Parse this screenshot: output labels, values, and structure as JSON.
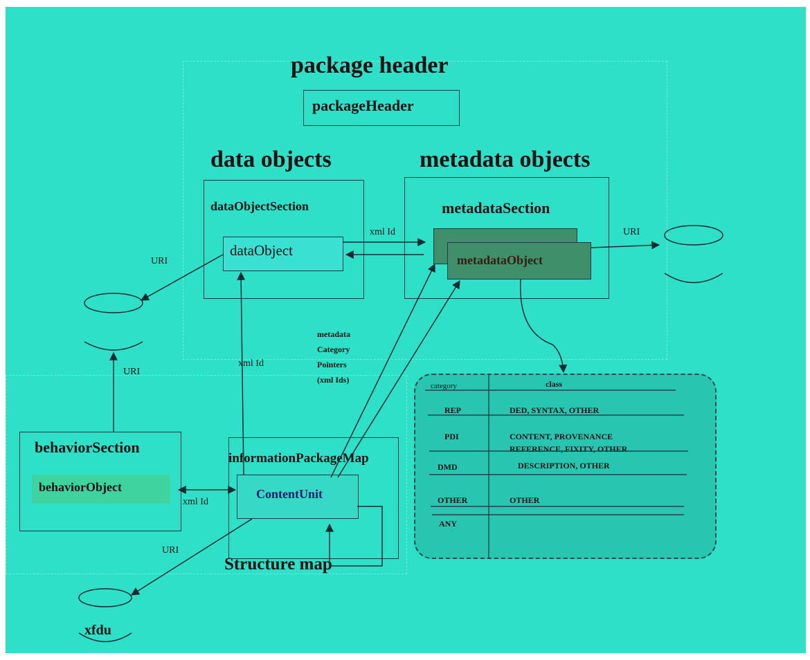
{
  "headings": {
    "package_header": "package header",
    "data_objects": "data objects",
    "metadata_objects": "metadata objects",
    "structure_map": "Structure map"
  },
  "boxes": {
    "package_header": "packageHeader",
    "data_object_section": "dataObjectSection",
    "data_object": "dataObject",
    "metadata_section": "metadataSection",
    "metadata_object": "metadataObject",
    "behavior_section": "behaviorSection",
    "behavior_object": "behaviorObject",
    "info_package_map": "informationPackageMap",
    "content_unit": "ContentUnit"
  },
  "labels": {
    "uri_right": "URI",
    "uri_left": "URI",
    "uri_behavior": "URI",
    "uri_bottom": "URI",
    "xml_id_top": "xml Id",
    "xml_id_mid": "xml Id",
    "xml_id_behavior": "xml Id",
    "metadata_pointers": [
      "metadata",
      "Category",
      "Pointers",
      "(xml Ids)"
    ],
    "xfdu": "xfdu"
  },
  "category_table": {
    "headers": [
      "category",
      "class"
    ],
    "rows": [
      {
        "category": "REP",
        "class_lines": [
          "DED, SYNTAX, OTHER"
        ]
      },
      {
        "category": "PDI",
        "class_lines": [
          "CONTENT, PROVENANCE",
          "REFERENCE, FIXITY, OTHER"
        ]
      },
      {
        "category": "DMD",
        "class_lines": [
          "DESCRIPTION, OTHER"
        ]
      },
      {
        "category": "OTHER",
        "class_lines": [
          "OTHER"
        ]
      },
      {
        "category": "ANY",
        "class_lines": [
          ""
        ]
      }
    ]
  },
  "colors": {
    "background": "#2ee0c8",
    "metadata_object_fill": "#3f8f6a",
    "behavior_object_fill": "#3fd3a0",
    "content_unit_fill": "#36d8c6"
  }
}
